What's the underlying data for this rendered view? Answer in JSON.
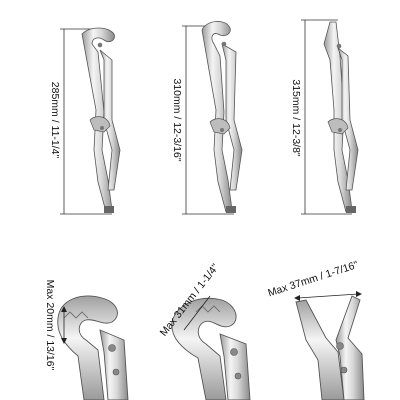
{
  "dimensions": {
    "plier_1_length": "285mm / 11-1/4\"",
    "plier_2_length": "310mm / 12-3/16\"",
    "plier_3_length": "315mm / 12-3/8\"",
    "jaw_1_opening": "Max 20mm / 13/16\"",
    "jaw_2_opening": "Max 31mm / 1-1/4\"",
    "jaw_3_opening": "Max 37mm / 1-7/16\""
  },
  "colors": {
    "metal_light": "#f2f2f2",
    "metal_mid": "#c9c9c9",
    "metal_dark": "#8e8e8e",
    "line": "#222222"
  }
}
